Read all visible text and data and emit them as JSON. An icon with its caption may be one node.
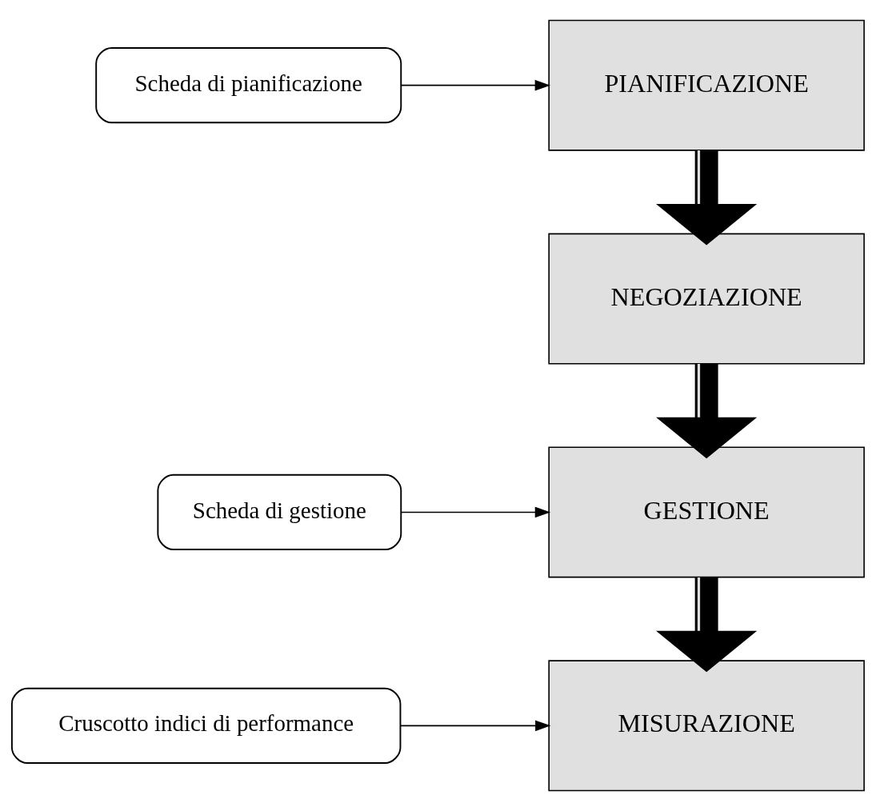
{
  "diagram": {
    "nodes": [
      {
        "text": [
          "PIANIFICAZIONE"
        ]
      },
      {
        "text": [
          "Scheda di pianificazione"
        ]
      },
      {
        "text": [
          "NEGOZIAZIONE"
        ]
      },
      {
        "text": [
          "GESTIONE"
        ]
      },
      {
        "text": [
          "Scheda di gestione"
        ]
      },
      {
        "text": [
          "MISURAZIONE"
        ]
      },
      {
        "text": [
          "Cruscotto indici di performance"
        ]
      }
    ],
    "edges": [
      {
        "from": 1,
        "to": 0,
        "arrow": "to"
      },
      {
        "from": 0,
        "to": 2,
        "arrow": "to",
        "style": "thick"
      },
      {
        "from": 2,
        "to": 3,
        "arrow": "to",
        "style": "thick"
      },
      {
        "from": 4,
        "to": 3,
        "arrow": "to"
      },
      {
        "from": 3,
        "to": 5,
        "arrow": "to",
        "style": "thick"
      },
      {
        "from": 6,
        "to": 5,
        "arrow": "to"
      }
    ]
  }
}
